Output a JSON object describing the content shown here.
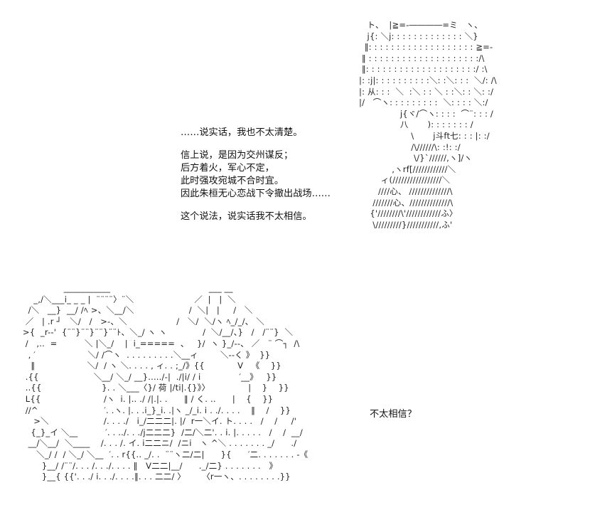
{
  "ascii_art": {
    "top_figure_lines": [
      "          ト、  |≧=-――――=ミ   ヽ、",
      "          j{: ＼j: : : : : : : : : : : : : ＼}",
      "         ‖: : : : : : : : : : : : : : : : : : : ≧=-",
      "        ‖ : : : : : : : : : : : : : : : : : : : :/\\",
      "        ‖: : : : : : : : : : : : : : : : : : : :/ :\\",
      "       |: :j|: : : : : : : : : :＼: :＼: : :  ＼/: /\\",
      "       |: 从: : :  ＼  :＼ : : ＼ : :＼: : ＼: :/",
      "       |/   ⌒ヽ: : : : : : : : :  ＼: : : : ＼:/",
      "                      j{ヾ/⌒ヽ: : : :  ⌒¨: : : /",
      "                      八       ): : : : : : : /",
      "                          \\       j斗ft七: : : |: :/",
      "                          /\\//////\\: :!: :/",
      "                           \\/}`//////,ヽ]/ヽ",
      "                   ,ヽrf[////////////＼",
      "               ィ(/////////////////＼",
      "              ////心、 //////////////\\",
      "            ///////心、//////////////\\",
      "           {'////////\\'////////////ふ〉",
      "            \\/////////}///////////,ふ'"
    ],
    "bottom_figure_lines": [
      "                ___________                                    ___ __",
      "     _,/＼___i_ _ _ |  ¨¨¨¨〉¨＼                      ／  |   |  ＼",
      "   /＼   __}  __/ /ﾍ >、＼__/＼                    /  ＼|   |     /   ＼",
      "  ／   | .r ┘   ＼/   /   >-、＼                  /   ＼/  ＼/ヽ ﾍ_/_/、 ＼",
      " >{  _r--'  {¨¨}¨¨}¨¨}¨¨ﾄ、＼_/ ヽ ヽ             /  ＼/__/、}   /   /¨¨}  ＼",
      "  /   ,..  =          ＼ |＼_/    |  i_=====  、   }/  ヽ }_/--、 ／   ¨ ⌒┐  /\\",
      "   , ′                   ＼/ /⌒ヽ  . . . . . . . . .＼__ィ        ＼--く 》  }}",
      "    ‖                   ＼/  / ヽ ＼. . . . , ィ. . ;_/》{{            V   《    }}",
      "  .{{                    ＼__/ ＼_/ __}...../-|  ./|i/ / i              ′__》   }}",
      "  ..{{                      }. . ＼___〈}/ 荷 |/ti|.{}》〉              |    }    }}",
      "  L{{                       /ヽ  i. |.. ./ /|.|. .      ‖ / く. ..      |    {    }}",
      "  //^                        ′. .ヽ. |. . .i_}_i. .|ヽ _/_i. i . ./. . . .    ‖    /    }}",
      "     >＼                    /. . . ./   i_/二二二|. |/  r一＼イ. ト. . . .   /    /     /'",
      "    {_}_イ ＼__          ′. . ../. . ./j二二二}  /二/＼二'. . i. |. . . . .   /    /  __/",
      "   __/＼__/  ＼____    /. . . /. イ. i二二ニ/  /ニi   ヽ ^＼ . . . . . . . _/      ./",
      "      ＼_/ /  / ＼_/ ＼__  ′. . r{{.. _/. .  ¨¨ヽ二/二|      }{      ′二. . . . . . . -《",
      "        }__/ /¨¨/. . . /. . ./. . . . ‖   V二二|__/      ._/二} . . . . . . .   》",
      "        }__{ {{'. . ./ i. . ./. . . .‖. . . 二二/ 〉      〈r一ヽ、. . . . . . . .}}"
    ]
  },
  "dialogue": {
    "main_lines": [
      "……说实话，我也不太清楚。",
      "",
      "信上说，是因为交州谋反；",
      "后方着火，军心不定，",
      "此时强攻宛城不合时宜。",
      "因此朱桓无心恋战下令撤出战场……",
      "",
      "这个说法，说实话我不太相信。"
    ],
    "short_line": "不太相信？"
  }
}
